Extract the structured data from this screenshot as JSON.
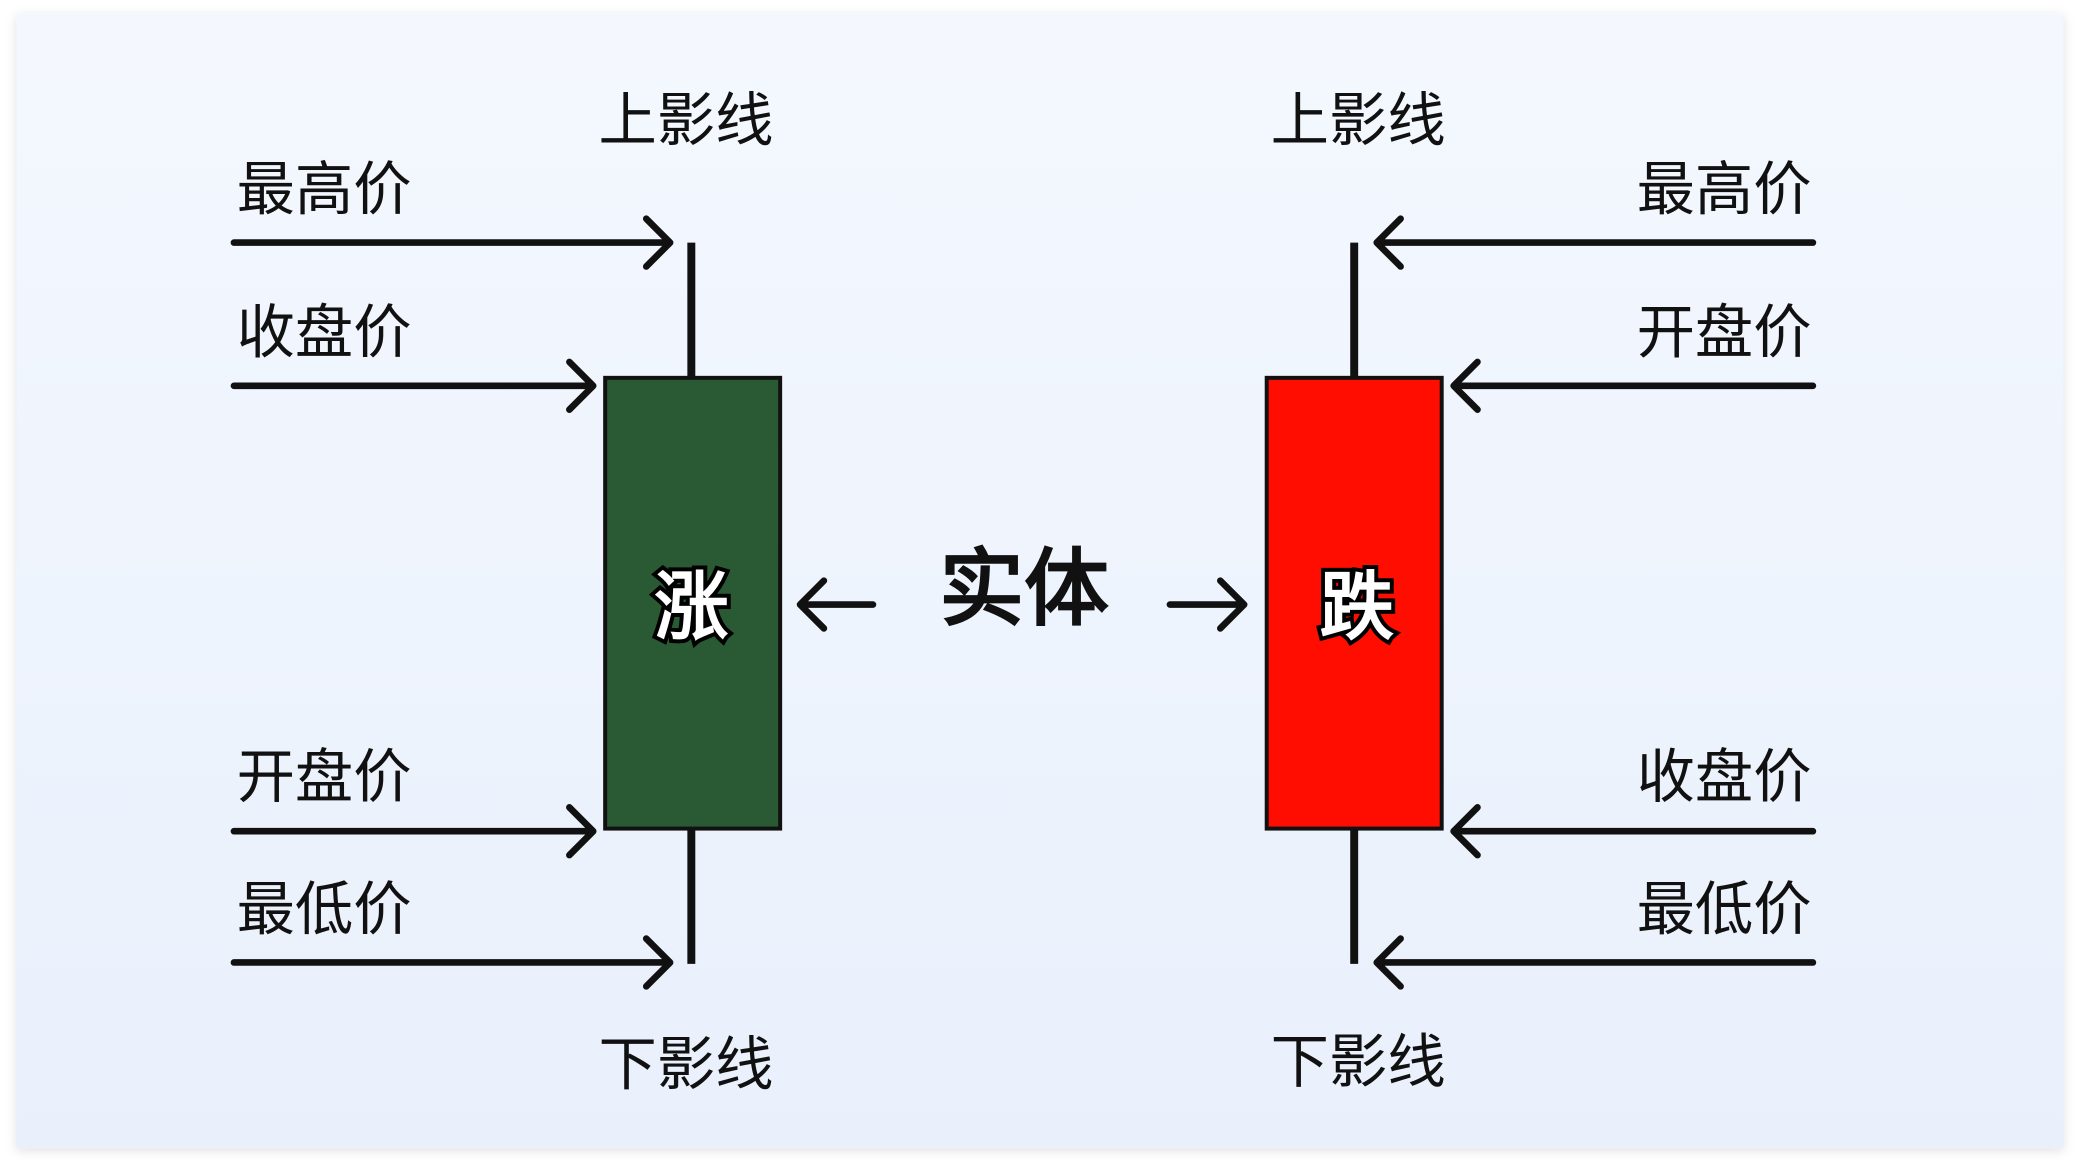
{
  "bullish": {
    "upper_shadow": "上影线",
    "lower_shadow": "下影线",
    "high": "最高价",
    "close": "收盘价",
    "open": "开盘价",
    "low": "最低价",
    "body_label": "涨",
    "color": "#2a5a33"
  },
  "bearish": {
    "upper_shadow": "上影线",
    "lower_shadow": "下影线",
    "high": "最高价",
    "open": "开盘价",
    "close": "收盘价",
    "low": "最低价",
    "body_label": "跌",
    "color": "#ff0d00"
  },
  "center_label": "实体"
}
